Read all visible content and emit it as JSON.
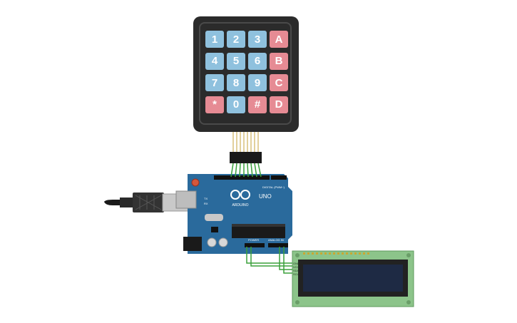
{
  "keypad": {
    "rows": [
      [
        {
          "label": "1",
          "kind": "num"
        },
        {
          "label": "2",
          "kind": "num"
        },
        {
          "label": "3",
          "kind": "num"
        },
        {
          "label": "A",
          "kind": "alpha"
        }
      ],
      [
        {
          "label": "4",
          "kind": "num"
        },
        {
          "label": "5",
          "kind": "num"
        },
        {
          "label": "6",
          "kind": "num"
        },
        {
          "label": "B",
          "kind": "alpha"
        }
      ],
      [
        {
          "label": "7",
          "kind": "num"
        },
        {
          "label": "8",
          "kind": "num"
        },
        {
          "label": "9",
          "kind": "num"
        },
        {
          "label": "C",
          "kind": "alpha"
        }
      ],
      [
        {
          "label": "*",
          "kind": "alpha"
        },
        {
          "label": "0",
          "kind": "num"
        },
        {
          "label": "#",
          "kind": "alpha"
        },
        {
          "label": "D",
          "kind": "alpha"
        }
      ]
    ]
  },
  "arduino": {
    "brand": "ARDUINO",
    "model": "UNO",
    "digital_label": "DIGITAL (PWM~)",
    "power_label": "POWER",
    "analog_label": "ANALOG IN",
    "tx_label": "TX",
    "rx_label": "RX"
  },
  "lcd": {
    "pins": [
      "GND",
      "VCC",
      "SDA",
      "SCL"
    ]
  },
  "colors": {
    "board": "#2a6a9c",
    "wire": "#3aa03a",
    "lcd_pcb": "#8cc48a",
    "lcd_screen": "#1e2a44",
    "keypad_body": "#2b2b2b"
  }
}
